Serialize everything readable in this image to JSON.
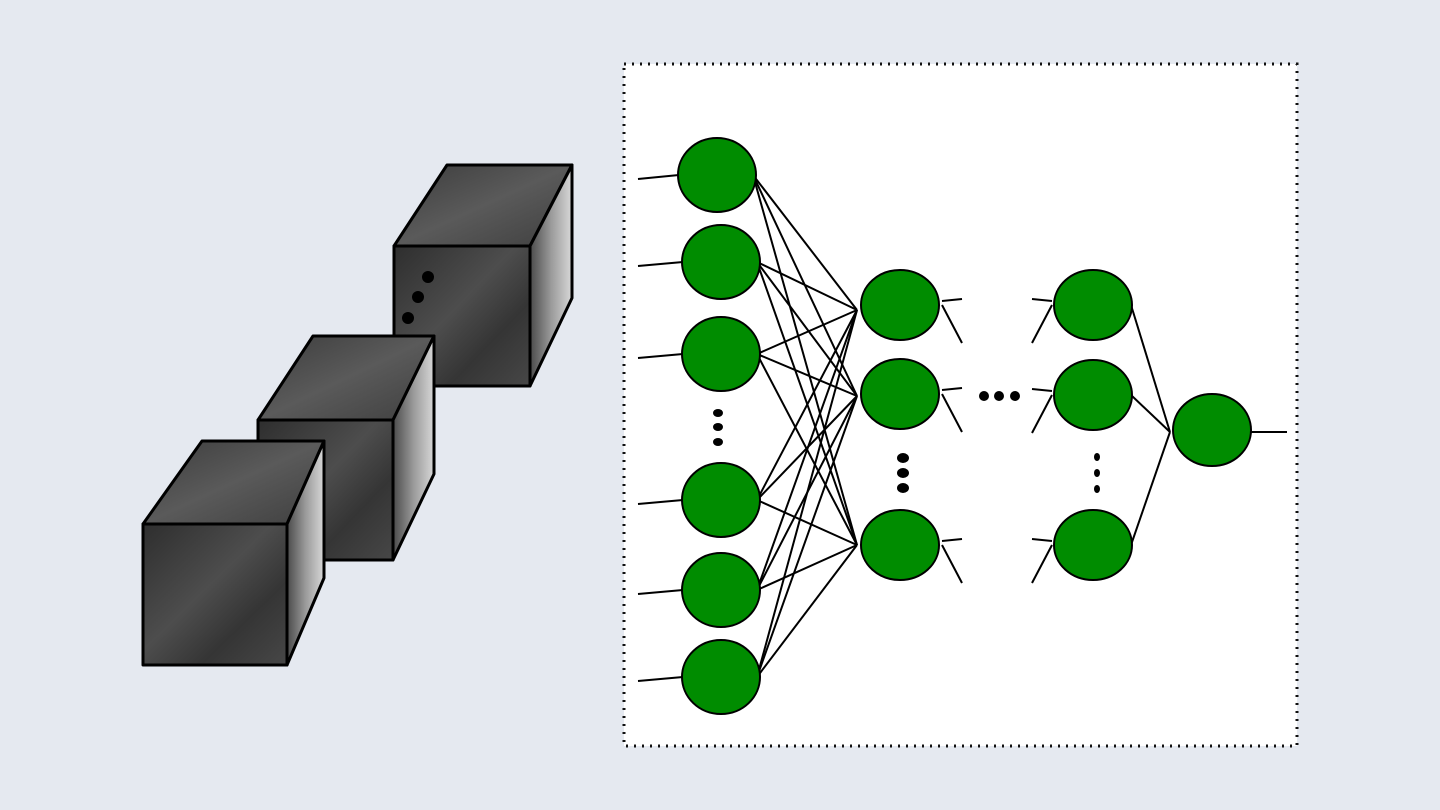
{
  "colors": {
    "background": "#e5e9f0",
    "panel": "#ffffff",
    "node_fill": "#008c00",
    "cube_front": "#3b3b3b",
    "cube_top": "#4a4a4a",
    "cube_side": "#6e6e6e"
  },
  "diagram": {
    "cubes": {
      "count": 3,
      "ellipsis": true
    },
    "network": {
      "input_visible_nodes": 6,
      "hidden_layers_visible": 2,
      "hidden_visible_nodes_per_layer": 3,
      "output_nodes": 1,
      "layer_ellipsis_between_hidden": true
    }
  }
}
